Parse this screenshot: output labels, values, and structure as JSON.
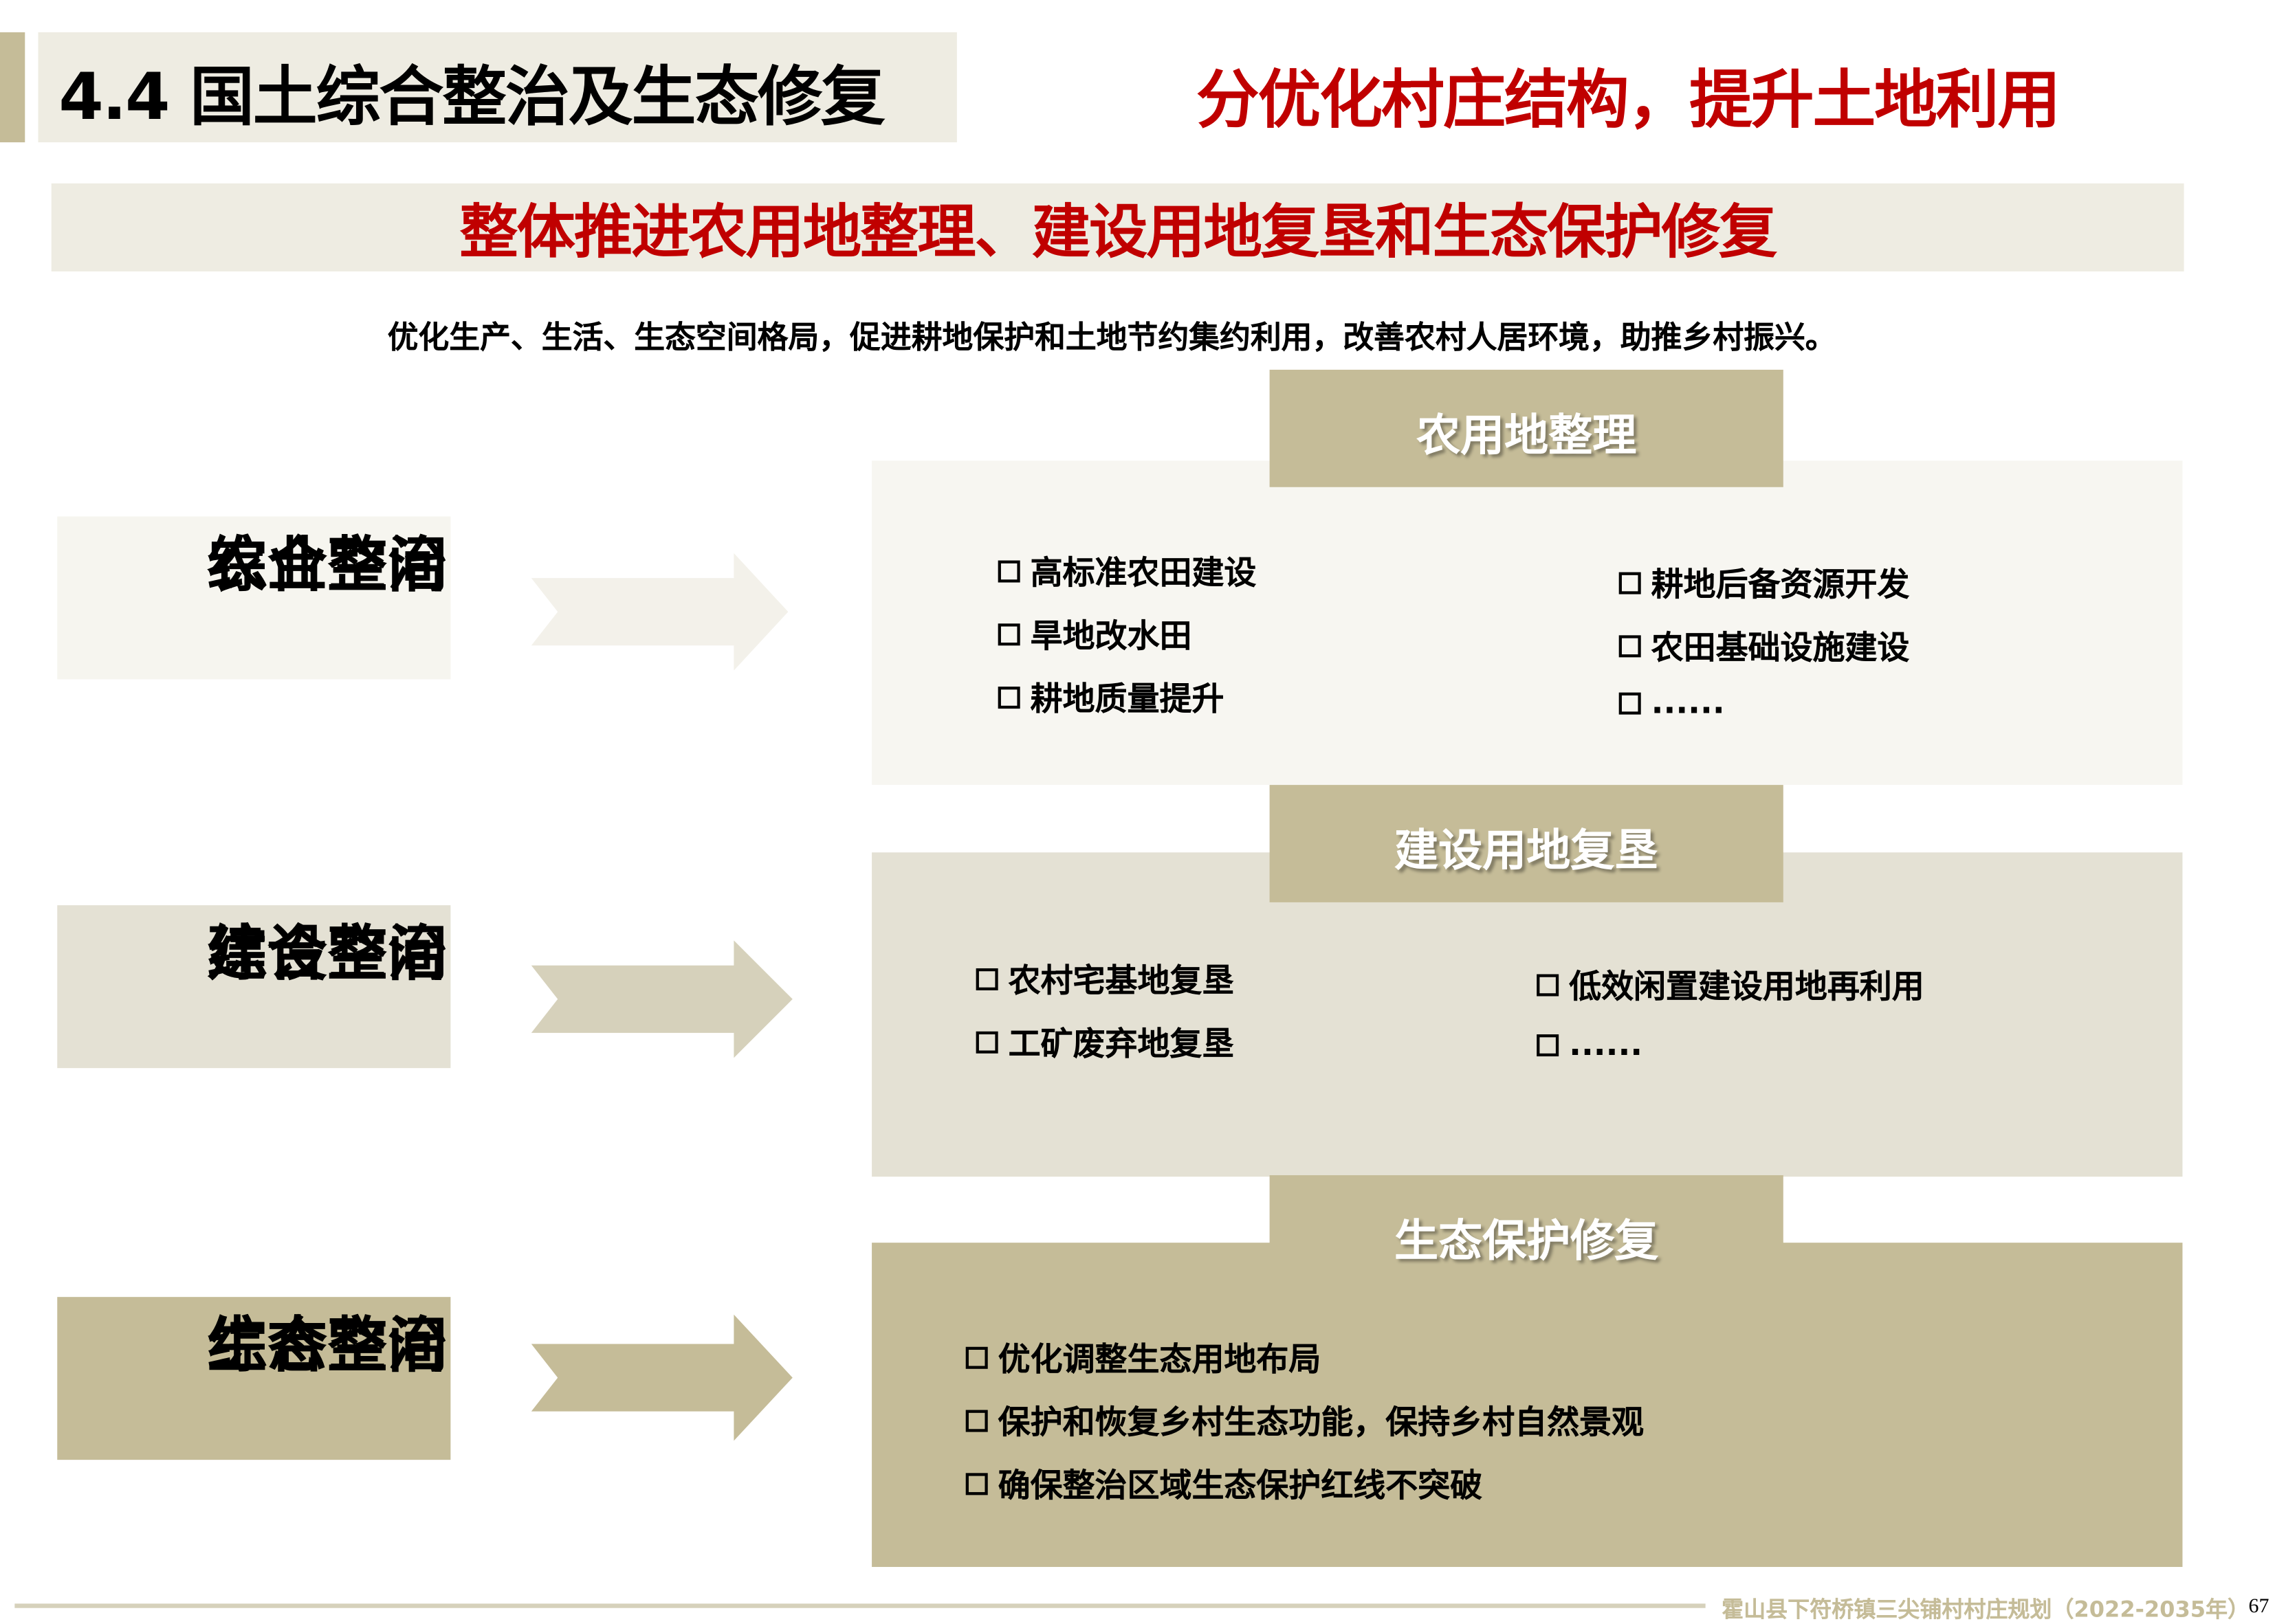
{
  "header": {
    "title": "4.4 国土综合整治及生态修复",
    "slogan": "分优化村庄结构，提升土地利用"
  },
  "banner": "整体推进农用地整理、建设用地复垦和生态保护修复",
  "subtitle": "优化生产、生活、生态空间格局，促进耕地保护和土地节约集约利用，改善农村人居环境，助推乡村振兴。",
  "sections": [
    {
      "label": [
        "农业空间",
        "综合整治"
      ],
      "tab": "农用地整理",
      "left_items": [
        "高标准农田建设",
        "旱地改水田",
        "耕地质量提升"
      ],
      "right_items": [
        "耕地后备资源开发",
        "农田基础设施建设",
        "......"
      ]
    },
    {
      "label": [
        "建设空间",
        "综合整治"
      ],
      "tab": "建设用地复垦",
      "left_items": [
        "农村宅基地复垦",
        "工矿废弃地复垦"
      ],
      "right_items": [
        "低效闲置建设用地再利用",
        "......"
      ]
    },
    {
      "label": [
        "生态空间",
        "综合整治"
      ],
      "tab": "生态保护修复",
      "left_items": [
        "优化调整生态用地布局",
        "保护和恢复乡村生态功能，保持乡村自然景观",
        "确保整治区域生态保护红线不突破"
      ]
    }
  ],
  "footer": {
    "text": "霍山县下符桥镇三尖铺村村庄规划（2022-2035年）",
    "page": "67"
  },
  "colors": {
    "accent": "#c5bc98",
    "red": "#c00000",
    "light": "#eeece2"
  }
}
